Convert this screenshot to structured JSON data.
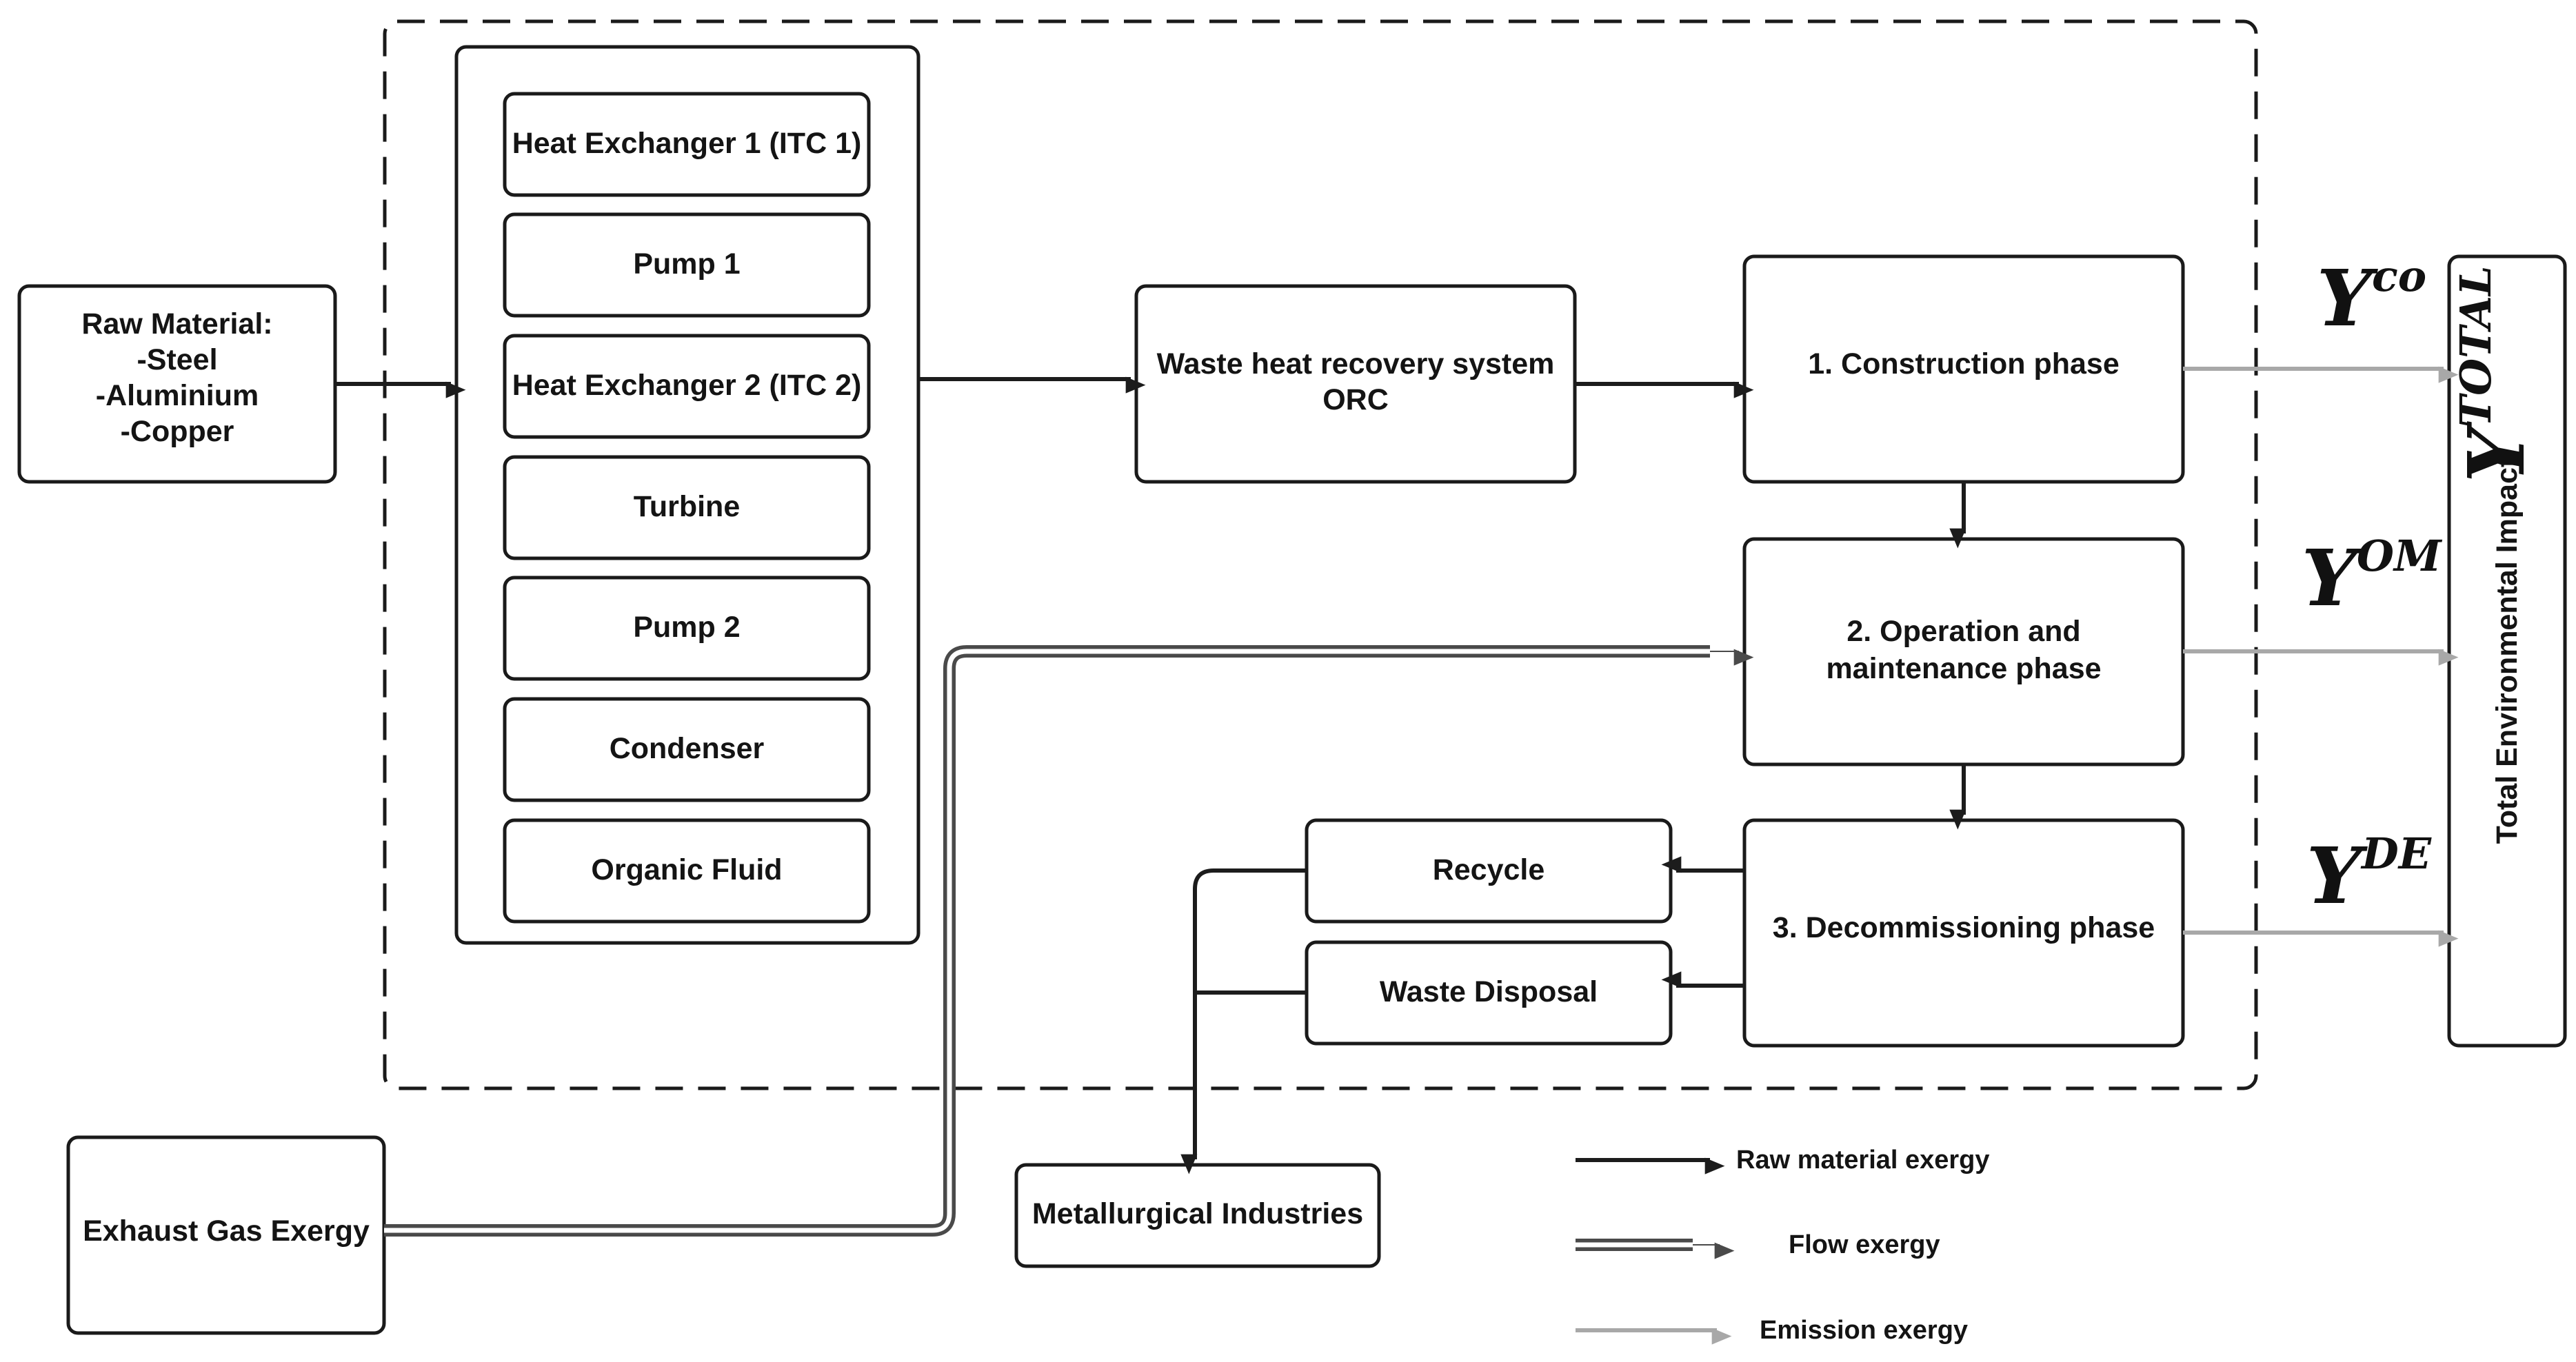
{
  "raw_material": {
    "title": "Raw Material:",
    "items": [
      "-Steel",
      "-Aluminium",
      "-Copper"
    ]
  },
  "components": [
    "Heat Exchanger 1 (ITC 1)",
    "Pump 1",
    "Heat Exchanger 2 (ITC 2)",
    "Turbine",
    "Pump 2",
    "Condenser",
    "Organic Fluid"
  ],
  "whr_system": {
    "line1": "Waste heat recovery system",
    "line2": "ORC"
  },
  "phases": {
    "construction": "1. Construction phase",
    "operation_line1": "2. Operation and",
    "operation_line2": "maintenance phase",
    "decommissioning": "3. Decommissioning phase"
  },
  "end_of_life": {
    "recycle": "Recycle",
    "waste_disposal": "Waste Disposal"
  },
  "exhaust_gas": "Exhaust Gas Exergy",
  "metallurgical": "Metallurgical Industries",
  "total_impact": {
    "label": "Total Environmental Impact",
    "symbol_base": "Y",
    "symbol_sup": "TOTAL"
  },
  "emission_symbols": [
    {
      "base": "Y",
      "sup": "co"
    },
    {
      "base": "Y",
      "sup": "OM"
    },
    {
      "base": "Y",
      "sup": "DE"
    }
  ],
  "legend": {
    "raw_material_exergy": "Raw material exergy",
    "flow_exergy": "Flow exergy",
    "emission_exergy": "Emission exergy"
  },
  "colors": {
    "dark_arrow": "#1c1c1c",
    "flow_arrow": "#4a4a4a",
    "emission_arrow": "#a8a8a8",
    "box_stroke": "#1a1a1a"
  }
}
